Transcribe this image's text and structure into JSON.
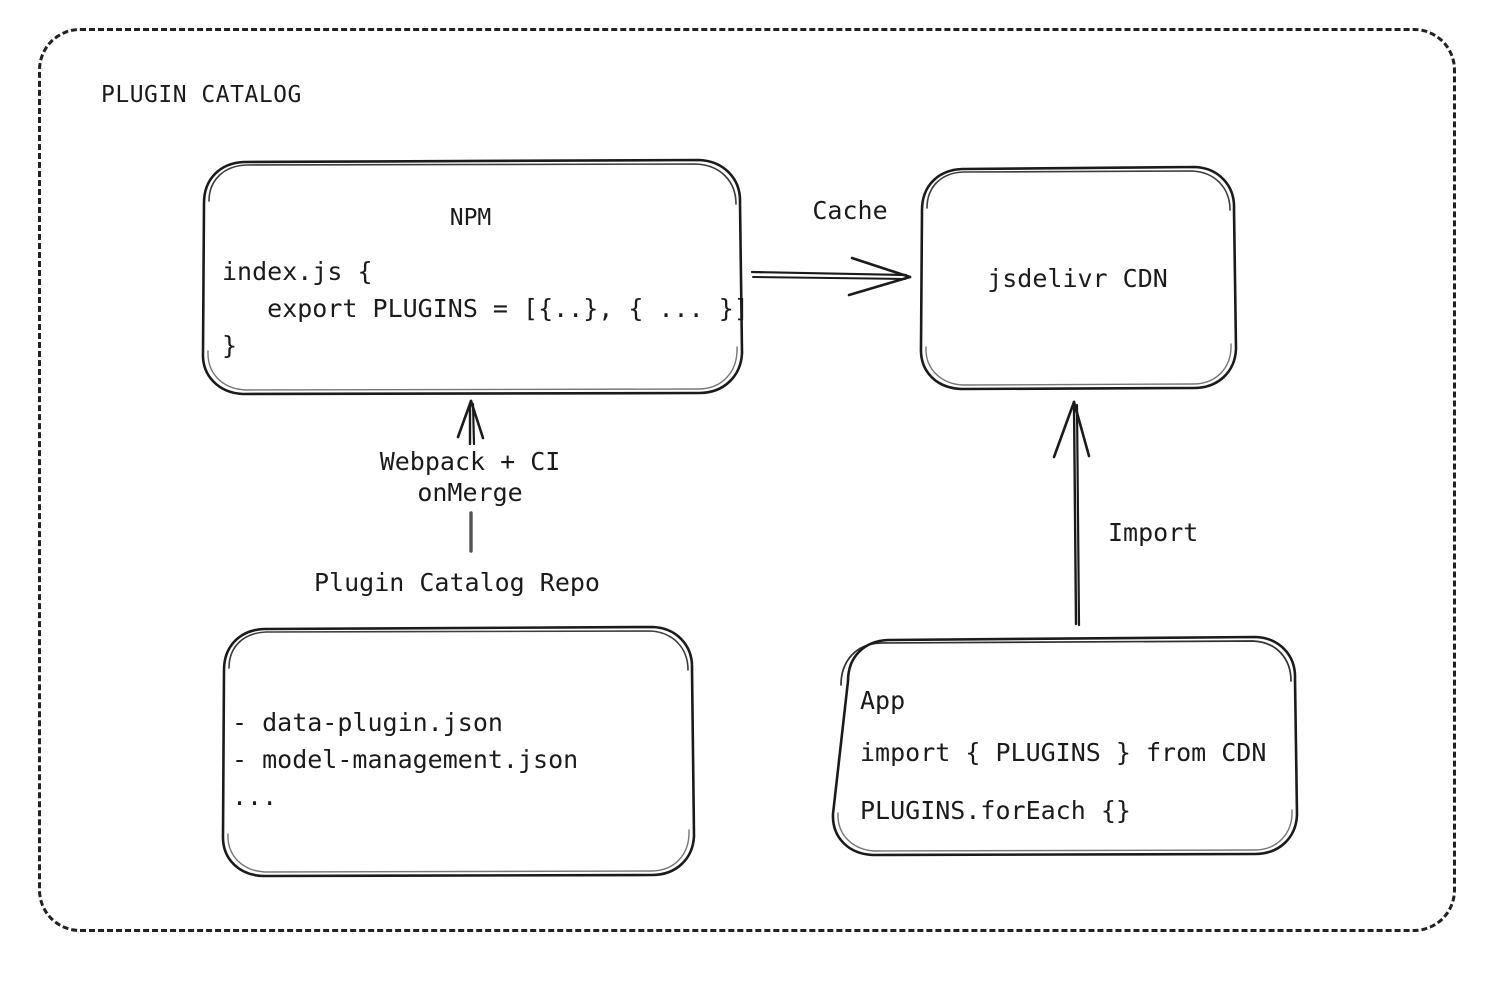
{
  "diagram": {
    "frame_title": "PLUGIN CATALOG",
    "background": "#ffffff",
    "stroke": "#1b1b1b"
  },
  "nodes": {
    "npm": {
      "title": "NPM",
      "code": [
        "index.js {",
        "   export PLUGINS = [{..}, { ... }]",
        "}"
      ]
    },
    "cdn": {
      "title": "jsdelivr CDN"
    },
    "repo": {
      "caption": "Plugin Catalog Repo",
      "files": [
        "- data-plugin.json",
        "- model-management.json",
        "..."
      ]
    },
    "app": {
      "title": "App",
      "code": [
        "import { PLUGINS } from CDN",
        "PLUGINS.forEach {}"
      ]
    }
  },
  "edges": {
    "cache": {
      "label": "Cache",
      "from": "npm",
      "to": "cdn"
    },
    "build": {
      "label_line1": "Webpack + CI",
      "label_line2": "onMerge",
      "from": "repo",
      "to": "npm"
    },
    "import": {
      "label": "Import",
      "from": "app",
      "to": "cdn"
    }
  }
}
